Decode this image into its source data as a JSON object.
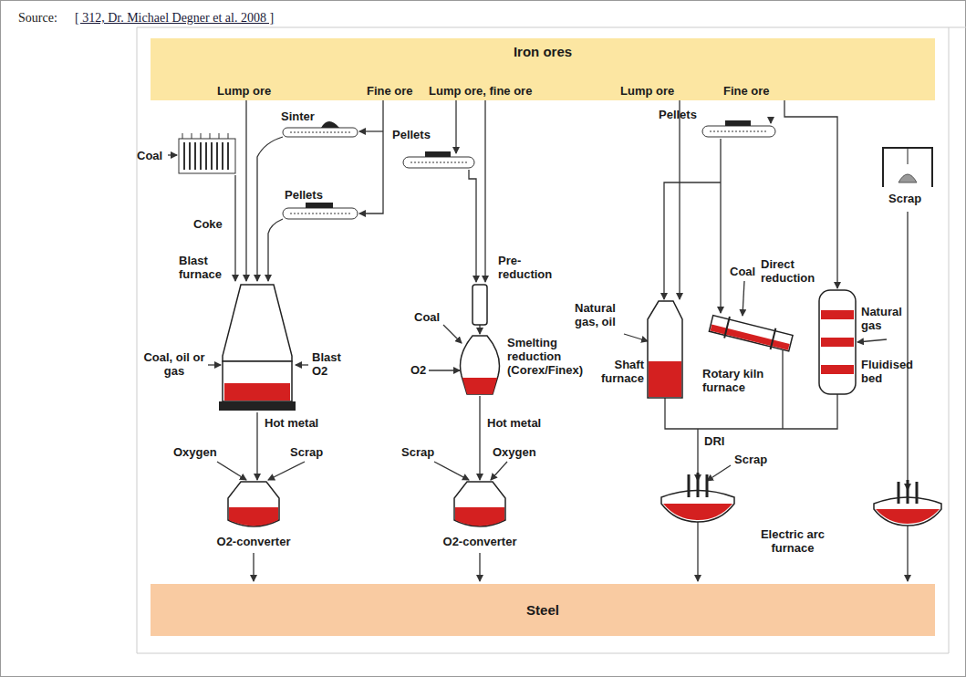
{
  "diagram": {
    "nodes": [
      {
        "text": [
          "Iron ores"
        ]
      },
      {
        "text": [
          "Steel"
        ]
      }
    ],
    "labels": [
      "Source:",
      "[ 312, Dr. Michael Degner et al. 2008 ]",
      "Lump ore",
      "Fine ore",
      "Lump ore, fine ore",
      "Lump ore",
      "Fine ore",
      "Coal",
      "Sinter",
      "Pellets",
      "Coke",
      "Blast furnace",
      "Coal, oil or gas",
      "Blast O2",
      "Hot metal",
      "Oxygen",
      "Scrap",
      "O2-converter",
      "Pellets",
      "Pre-reduction",
      "Coal",
      "O2",
      "Smelting reduction (Corex/Finex)",
      "Hot metal",
      "Scrap",
      "Oxygen",
      "O2-converter",
      "Pellets",
      "Natural gas, oil",
      "Coal",
      "Direct reduction",
      "Shaft furnace",
      "Rotary kiln furnace",
      "Natural gas",
      "Fluidised bed",
      "DRI",
      "Scrap",
      "Electric arc furnace",
      "Scrap"
    ]
  }
}
